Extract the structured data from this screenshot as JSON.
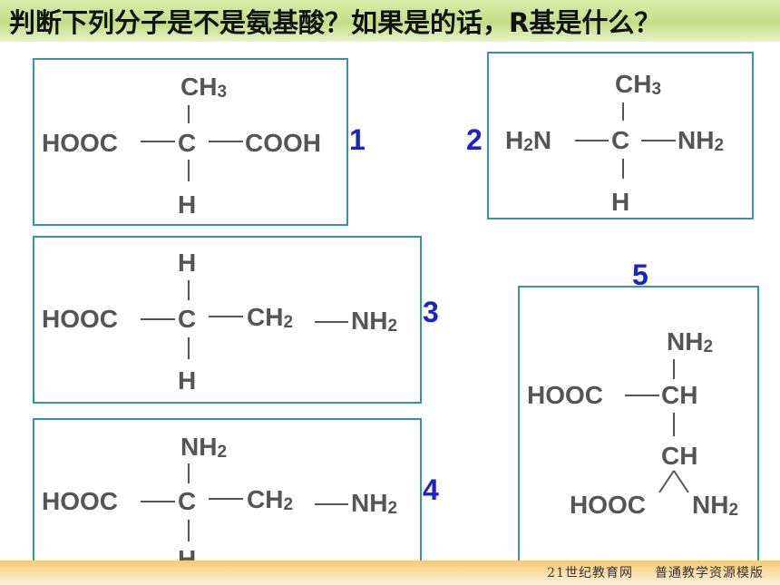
{
  "title": "判断下列分子是不是氨基酸？如果是的话，R基是什么？",
  "footer": {
    "site": "21世纪教育网",
    "slogan": "普通教学资源模版"
  },
  "molecules": [
    {
      "number": "1",
      "atoms": {
        "top": [
          "CH",
          "3"
        ],
        "left": "HOOC",
        "center": "C",
        "right": "COOH",
        "bottom": "H"
      }
    },
    {
      "number": "2",
      "atoms": {
        "top": [
          "CH",
          "3"
        ],
        "left": [
          "H",
          "2",
          "N"
        ],
        "center": "C",
        "right": [
          "NH",
          "2"
        ],
        "bottom": "H"
      }
    },
    {
      "number": "3",
      "atoms": {
        "top": "H",
        "left": "HOOC",
        "center": "C",
        "right": [
          "CH",
          "2"
        ],
        "end": [
          "NH",
          "2"
        ],
        "bottom": "H"
      }
    },
    {
      "number": "4",
      "atoms": {
        "top": [
          "NH",
          "2"
        ],
        "left": "HOOC",
        "center": "C",
        "right": [
          "CH",
          "2"
        ],
        "end": [
          "NH",
          "2"
        ],
        "bottom": "H"
      }
    },
    {
      "number": "5",
      "atoms": {
        "top": [
          "NH",
          "2"
        ],
        "left": "HOOC",
        "center": "CH",
        "lower": "CH",
        "lower_left": "HOOC",
        "lower_right": [
          "NH",
          "2"
        ]
      }
    }
  ]
}
